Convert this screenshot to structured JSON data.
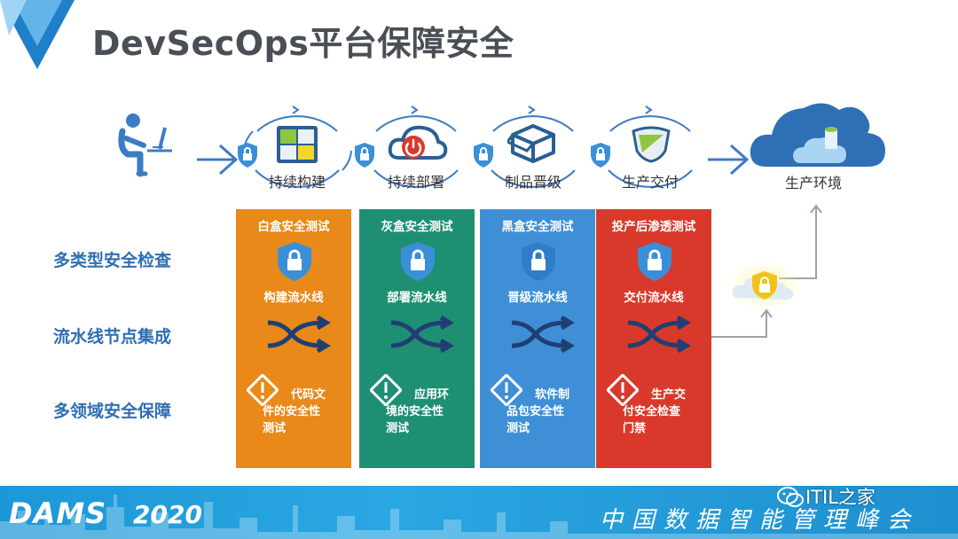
{
  "title": "DevSecOps平台保障安全",
  "stages": [
    {
      "label": "持续构建",
      "icon": "grid-icon"
    },
    {
      "label": "持续部署",
      "icon": "cloud-power-icon"
    },
    {
      "label": "制品晋级",
      "icon": "box-icon"
    },
    {
      "label": "生产交付",
      "icon": "badge-icon"
    }
  ],
  "destination": "生产环境",
  "row_labels": [
    "多类型安全检查",
    "流水线节点集成",
    "多领域安全保障"
  ],
  "columns": [
    {
      "color": "#e8891a",
      "test": "白盒安全测试",
      "pipeline": "构建流水线",
      "desc_l1": "代码文",
      "desc_l2": "件的安全性",
      "desc_l3": "测试"
    },
    {
      "color": "#1e8f73",
      "test": "灰盒安全测试",
      "pipeline": "部署流水线",
      "desc_l1": "应用环",
      "desc_l2": "境的安全性",
      "desc_l3": "测试"
    },
    {
      "color": "#3f8fd6",
      "test": "黑盒安全测试",
      "pipeline": "晋级流水线",
      "desc_l1": "软件制",
      "desc_l2": "品包安全性",
      "desc_l3": "测试"
    },
    {
      "color": "#d9392b",
      "test": "投产后渗透测试",
      "pipeline": "交付流水线",
      "desc_l1": "生产交",
      "desc_l2": "付安全检查",
      "desc_l3": "门禁"
    }
  ],
  "footer": {
    "brand": "DAMS",
    "year": "2020",
    "conference": "中国数据智能管理峰会"
  },
  "watermark": "ITIL之家",
  "colors": {
    "accent": "#2e6fb3",
    "footer": "#1d97d6",
    "shield": "#3a8fd8",
    "lock": "#f2c21b"
  }
}
